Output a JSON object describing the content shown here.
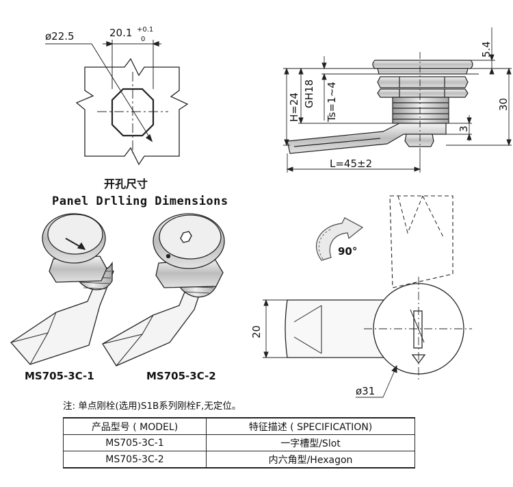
{
  "drilling": {
    "dia_label": "ø22.5",
    "width_label": "20.1",
    "tol_upper": "+0.1",
    "tol_lower": "0",
    "caption_cn": "开孔尺寸",
    "caption_en": "Panel Drlling Dimensions"
  },
  "side_view": {
    "h_label": "H=24",
    "gh_label": "GH18",
    "ts_label": "Ts=1~4",
    "top_dim": "5.4",
    "total_dim": "30",
    "small_dim": "3",
    "length_label": "L=45±2"
  },
  "rotation": {
    "angle_label": "90°",
    "cam_width": "20",
    "head_dia": "ø31"
  },
  "models": {
    "left_label": "MS705-3C-1",
    "right_label": "MS705-3C-2"
  },
  "note": "注: 单点刚栓(选用)S1B系列刚栓F,无定位。",
  "table": {
    "header": [
      "产品型号 ( MODEL)",
      "特征描述 ( SPECIFICATION)"
    ],
    "rows": [
      [
        "MS705-3C-1",
        "一字槽型/Slot"
      ],
      [
        "MS705-3C-2",
        "内六角型/Hexagon"
      ]
    ]
  }
}
